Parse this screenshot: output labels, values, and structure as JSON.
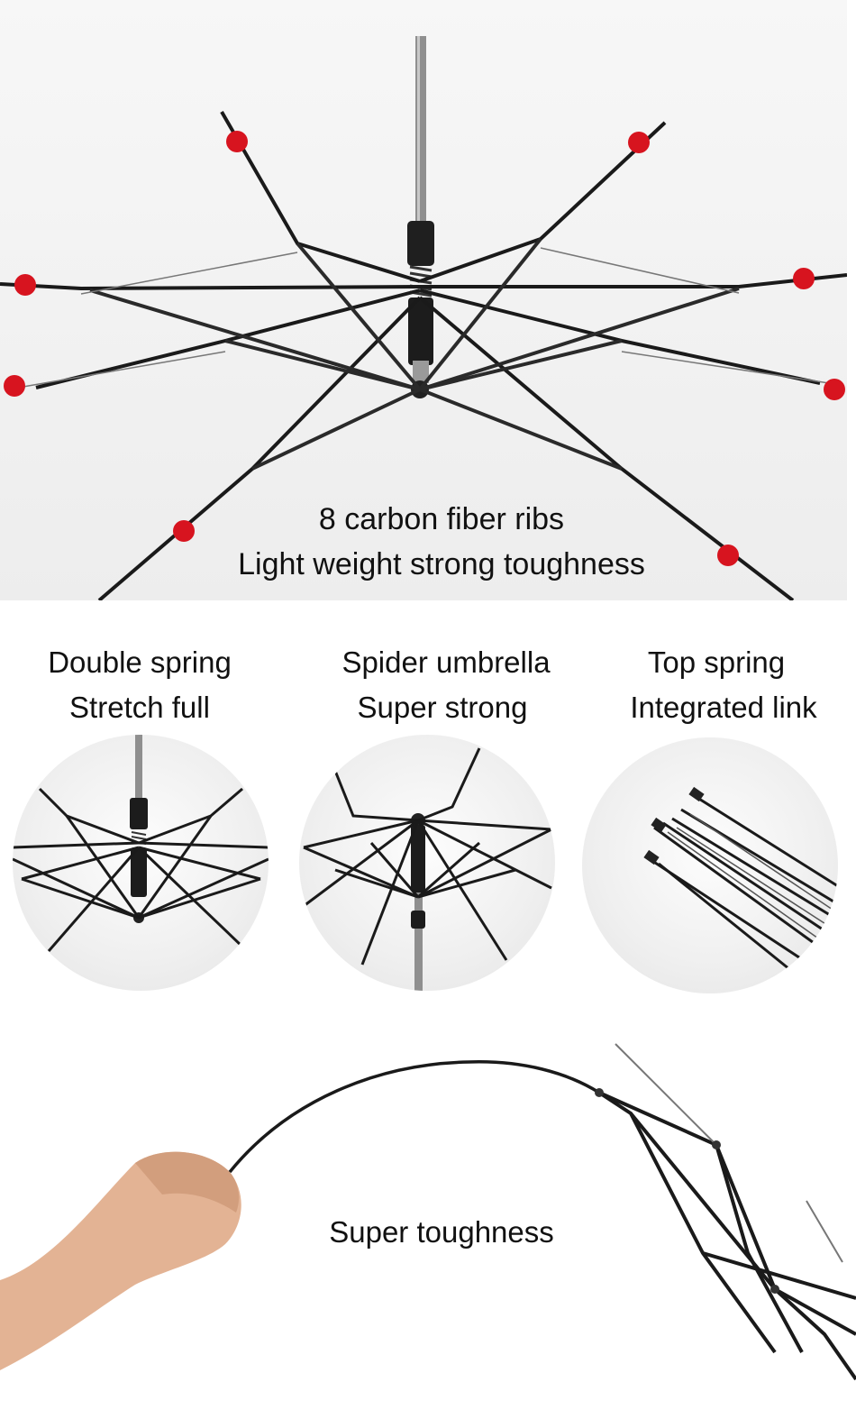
{
  "hero": {
    "line1": "8 carbon fiber ribs",
    "line2": "Light weight strong toughness",
    "marker_color": "#d7141f"
  },
  "features": [
    {
      "line1": "Double spring",
      "line2": "Stretch full",
      "image_icon": "double-spring-icon"
    },
    {
      "line1": "Spider umbrella",
      "line2": "Super strong",
      "image_icon": "spider-frame-icon"
    },
    {
      "line1": "Top spring",
      "line2": "Integrated link",
      "image_icon": "folded-ribs-icon"
    }
  ],
  "bottom": {
    "caption": "Super toughness",
    "image_icon": "bending-rib-icon"
  }
}
